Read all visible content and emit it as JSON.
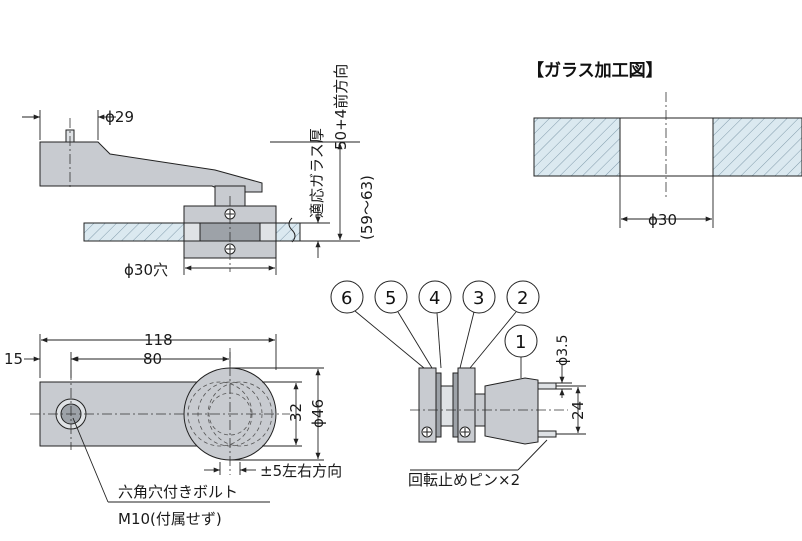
{
  "glass_processing": {
    "title": "【ガラス加工図】",
    "hole_diameter": "ϕ30"
  },
  "side_view": {
    "top_diameter": "ϕ29",
    "front_direction": "50+4前方向",
    "glass_thickness": "適応ガラス厚",
    "range": "(59〜63)",
    "hole_label": "ϕ30穴"
  },
  "top_view": {
    "overall_length": "118",
    "center_distance": "80",
    "offset": "15",
    "inner_diameter": "32",
    "outer_diameter": "ϕ46",
    "adjust_note": "±5左右方向",
    "bolt_note": "六角穴付きボルト",
    "bolt_spec": "M10(付属せず)"
  },
  "exploded_view": {
    "callouts": [
      "6",
      "5",
      "4",
      "3",
      "2",
      "1"
    ],
    "pin_diameter": "ϕ3.5",
    "pin_spacing": "24",
    "pin_note": "回転止めピン×2"
  }
}
